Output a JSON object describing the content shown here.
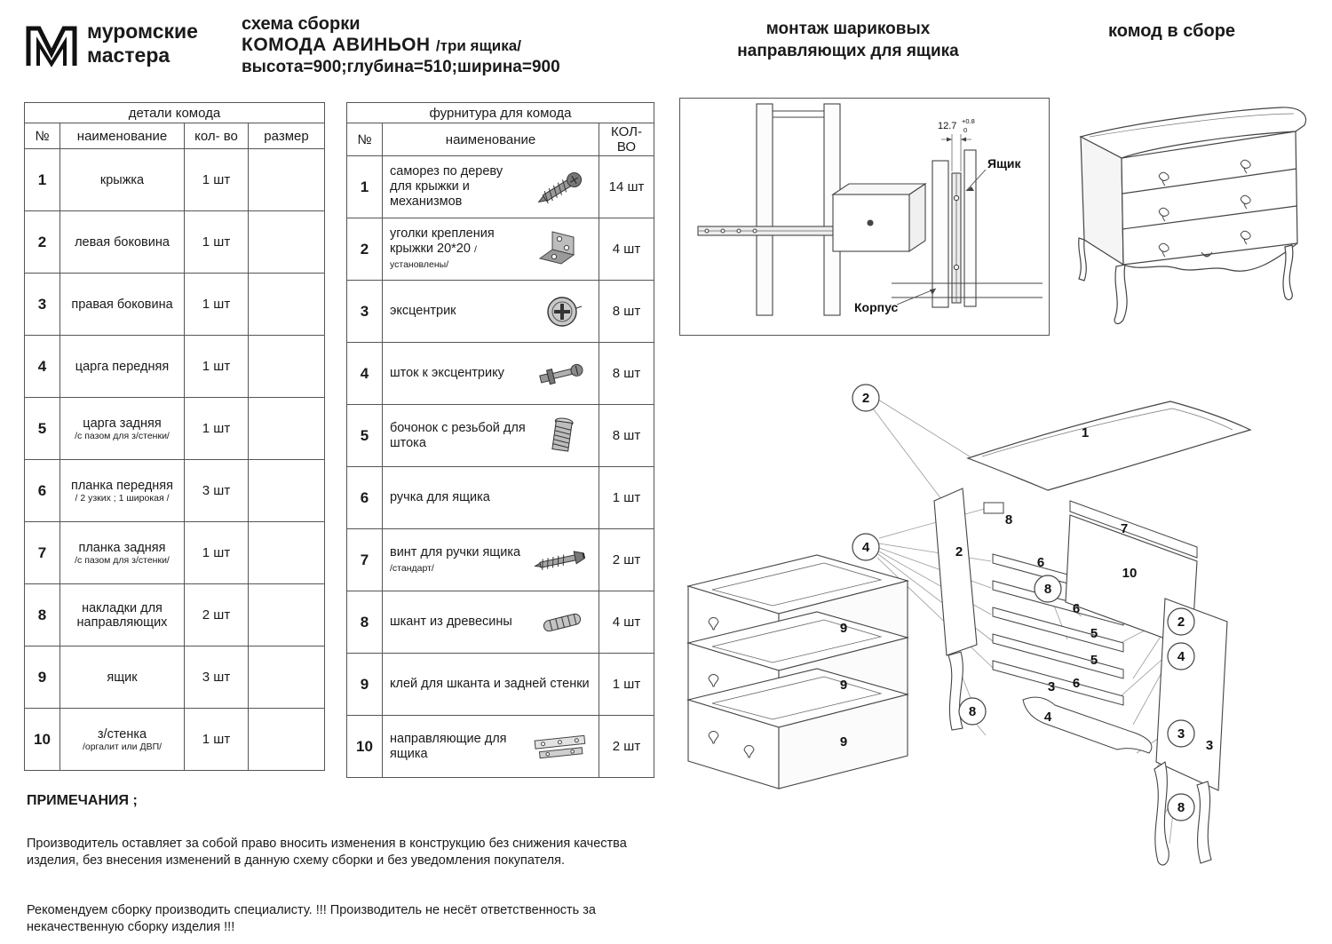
{
  "brand": {
    "line1": "муромские",
    "line2": "мастера"
  },
  "title": {
    "line1": "схема сборки",
    "line2_main": "КОМОДА  АВИНЬОН",
    "line2_suffix": "/три ящика/",
    "line3": "высота=900;глубина=510;ширина=900"
  },
  "headers": {
    "slide_line1": "монтаж шариковых",
    "slide_line2": "направляющих для ящика",
    "assembled": "комод в сборе"
  },
  "parts_table": {
    "title": "детали комода",
    "columns": {
      "num": "№",
      "name": "наименование",
      "qty": "кол- во",
      "size": "размер"
    },
    "rows": [
      {
        "num": "1",
        "name": "крыжка",
        "sub": "",
        "qty": "1 шт",
        "size": ""
      },
      {
        "num": "2",
        "name": "левая боковина",
        "sub": "",
        "qty": "1 шт",
        "size": ""
      },
      {
        "num": "3",
        "name": "правая боковина",
        "sub": "",
        "qty": "1 шт",
        "size": ""
      },
      {
        "num": "4",
        "name": "царга передняя",
        "sub": "",
        "qty": "1 шт",
        "size": ""
      },
      {
        "num": "5",
        "name": "царга задняя",
        "sub": "/с пазом для з/стенки/",
        "qty": "1 шт",
        "size": ""
      },
      {
        "num": "6",
        "name": "планка передняя",
        "sub": "/ 2 узких ; 1 широкая /",
        "qty": "3 шт",
        "size": ""
      },
      {
        "num": "7",
        "name": "планка задняя",
        "sub": "/с пазом для з/стенки/",
        "qty": "1 шт",
        "size": ""
      },
      {
        "num": "8",
        "name": "накладки для направляющих",
        "sub": "",
        "qty": "2 шт",
        "size": ""
      },
      {
        "num": "9",
        "name": "ящик",
        "sub": "",
        "qty": "3 шт",
        "size": ""
      },
      {
        "num": "10",
        "name": "з/стенка",
        "sub": "/оргалит или ДВП/",
        "qty": "1 шт",
        "size": ""
      }
    ]
  },
  "hardware_table": {
    "title": "фурнитура для комода",
    "columns": {
      "num": "№",
      "name": "наименование",
      "qty": "КОЛ- ВО"
    },
    "rows": [
      {
        "num": "1",
        "name": "саморез по дереву для крыжки и механизмов",
        "sub": "",
        "qty": "14 шт",
        "icon": "screw-icon"
      },
      {
        "num": "2",
        "name": "уголки крепления крыжки 20*20",
        "sub": "/установлены/",
        "qty": "4 шт",
        "icon": "bracket-icon"
      },
      {
        "num": "3",
        "name": "эксцентрик",
        "sub": "",
        "qty": "8 шт",
        "icon": "cam-icon"
      },
      {
        "num": "4",
        "name": "шток к эксцентрику",
        "sub": "",
        "qty": "8 шт",
        "icon": "shaft-icon"
      },
      {
        "num": "5",
        "name": "бочонок с резьбой для штока",
        "sub": "",
        "qty": "8 шт",
        "icon": "barrel-icon"
      },
      {
        "num": "6",
        "name": "ручка для ящика",
        "sub": "",
        "qty": "1 шт",
        "icon": ""
      },
      {
        "num": "7",
        "name": "винт для ручки ящика",
        "sub": "/стандарт/",
        "qty": "2 шт",
        "icon": "long-screw-icon"
      },
      {
        "num": "8",
        "name": "шкант из древесины",
        "sub": "",
        "qty": "4 шт",
        "icon": "dowel-icon"
      },
      {
        "num": "9",
        "name": "клей для шканта и задней стенки",
        "sub": "",
        "qty": "1 шт",
        "icon": ""
      },
      {
        "num": "10",
        "name": "направляющие для ящика",
        "sub": "",
        "qty": "2 шт",
        "icon": "rail-icon"
      }
    ]
  },
  "slide_diagram": {
    "drawer": "Ящик",
    "body": "Корпус",
    "dim": "12.7",
    "tol_plus": "+0.8",
    "tol_zero": "0"
  },
  "exploded": {
    "circles": [
      "2",
      "4",
      "8",
      "8",
      "2",
      "4",
      "3",
      "8"
    ],
    "plain": [
      "1",
      "8",
      "2",
      "6",
      "7",
      "10",
      "6",
      "5",
      "5",
      "6",
      "3",
      "4",
      "3"
    ],
    "drawer_label": "9"
  },
  "notes": {
    "title": "ПРИМЕЧАНИЯ ;",
    "p1": "Производитель оставляет за собой право вносить изменения в конструкцию без снижения качества изделия, без внесения изменений в данную схему сборки и без уведомления покупателя.",
    "p2": "Рекомендуем сборку производить специалисту. !!! Производитель не несёт ответственность за некачественную сборку изделия !!!"
  }
}
